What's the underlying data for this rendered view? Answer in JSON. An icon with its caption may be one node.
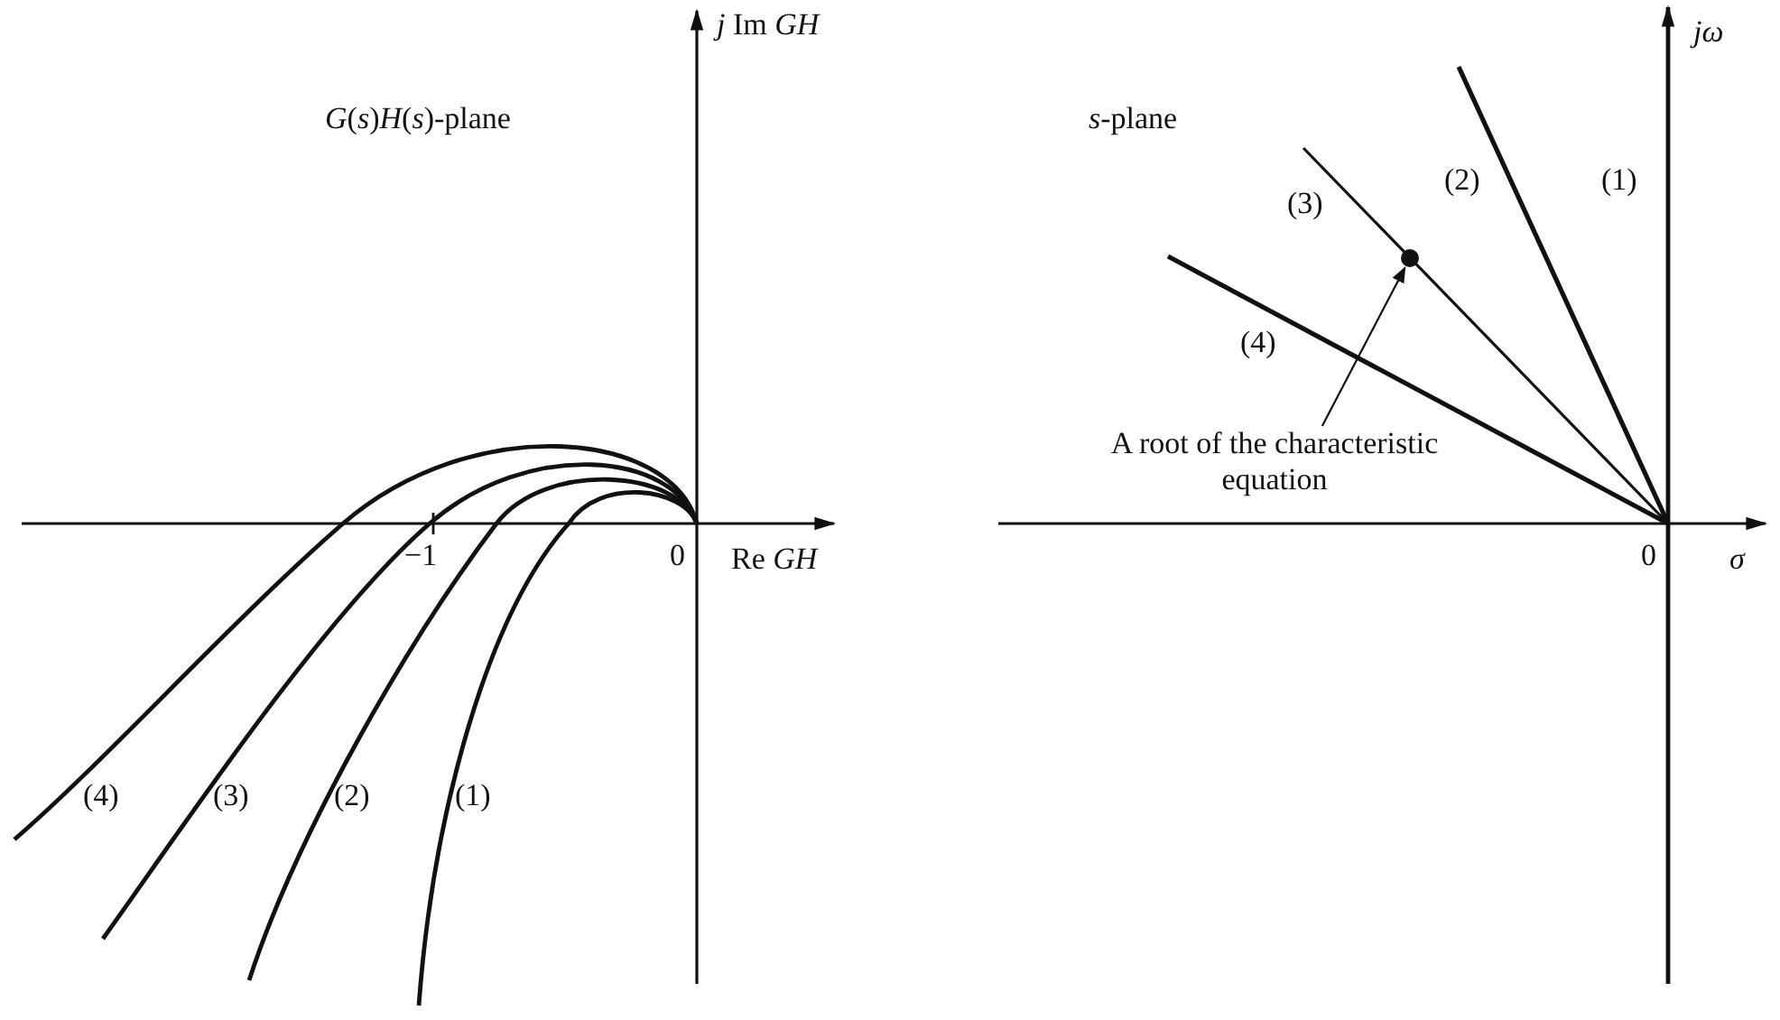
{
  "diagram": {
    "nodes": [
      {
        "text": [
          "A root of the characteristic equation"
        ]
      },
      {
        "text": [],
        "shape": "circle"
      }
    ],
    "edges": [
      {
        "from": 0,
        "to": 1,
        "arrow": "to"
      }
    ],
    "labels": [
      "*j* Im *GH*",
      "*G*(*s*)*H*(*s*)-plane",
      "−1",
      "0",
      "Re *GH*",
      "(4)",
      "(3)",
      "(2)",
      "(1)",
      "jω",
      "*s*-plane",
      "(2)",
      "(1)",
      "(3)",
      "(4)",
      "0",
      "σ"
    ]
  }
}
